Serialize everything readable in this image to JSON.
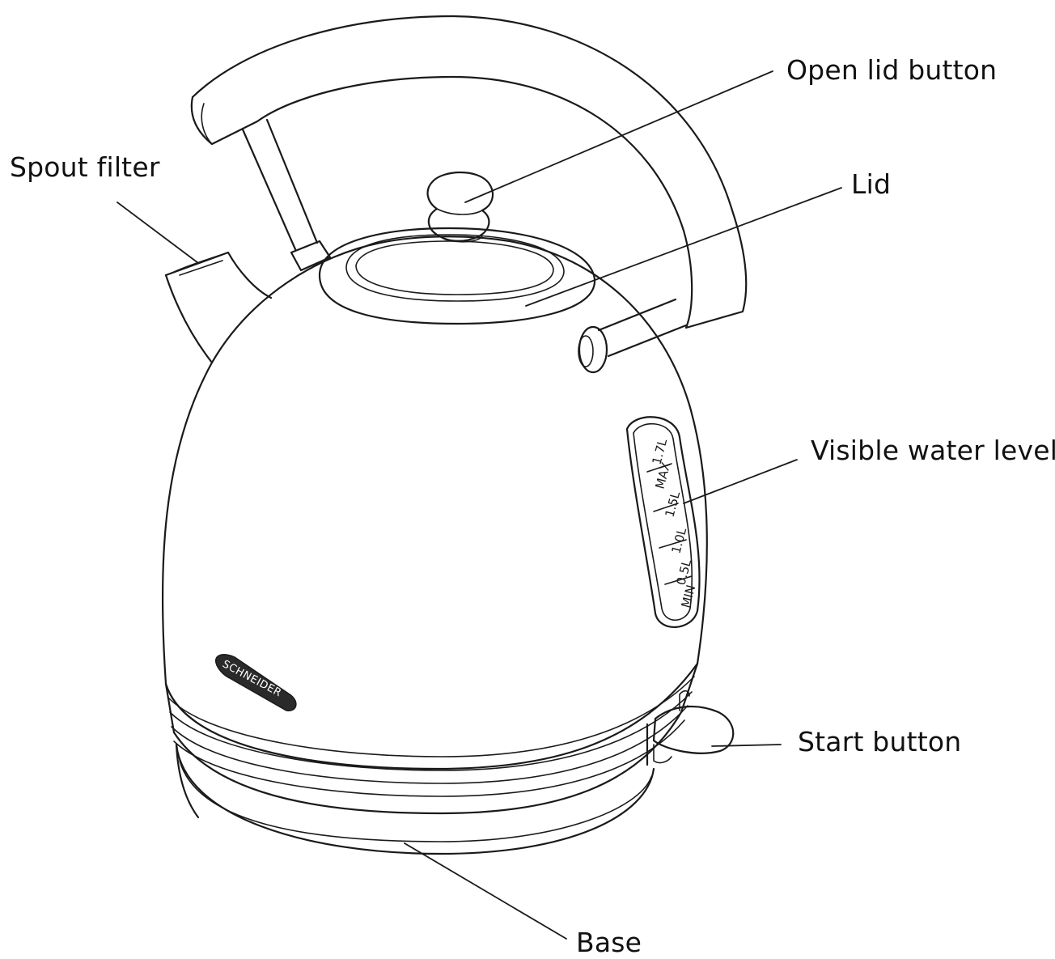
{
  "labels": {
    "open_lid_button": "Open lid button",
    "spout_filter": "Spout filter",
    "lid": "Lid",
    "visible_water_level": "Visible water level",
    "start_button": "Start button",
    "base": "Base"
  },
  "water_scale": {
    "max_volume": "1.7L",
    "max_word": "MAX",
    "mark_1": "1.5L",
    "mark_2": "1.0L",
    "min_volume": "0.5L",
    "min_word": "MIN"
  },
  "brand": "SCHNEIDER",
  "colors": {
    "ink": "#1a1a1a",
    "background": "#ffffff",
    "brand_badge": "#2a2a2a"
  }
}
